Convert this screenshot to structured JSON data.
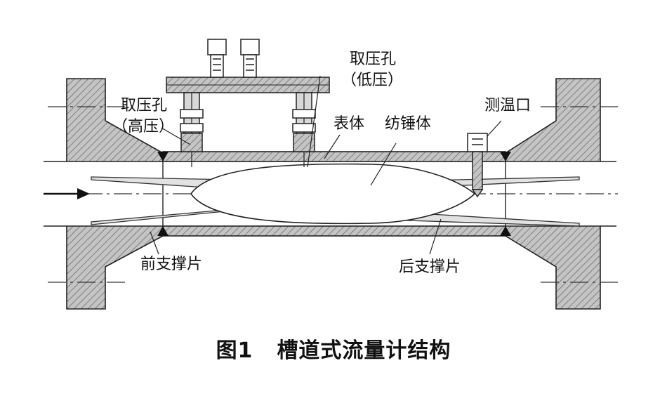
{
  "labels": {
    "high_tap_line1": "取压孔",
    "high_tap_line2": "（高压）",
    "low_tap_line1": "取压孔",
    "low_tap_line2": "（低压）",
    "body": "表体",
    "spindle": "纺锤体",
    "temp_port": "测温口",
    "front_strut": "前支撑片",
    "rear_strut": "后支撑片"
  },
  "caption": {
    "figure_no": "图1",
    "title": "槽道式流量计结构"
  },
  "colors": {
    "line": "#222222",
    "hatch_bg": "#c4c4c4",
    "hatch_line": "#6e6e6e",
    "weld": "#111111"
  }
}
